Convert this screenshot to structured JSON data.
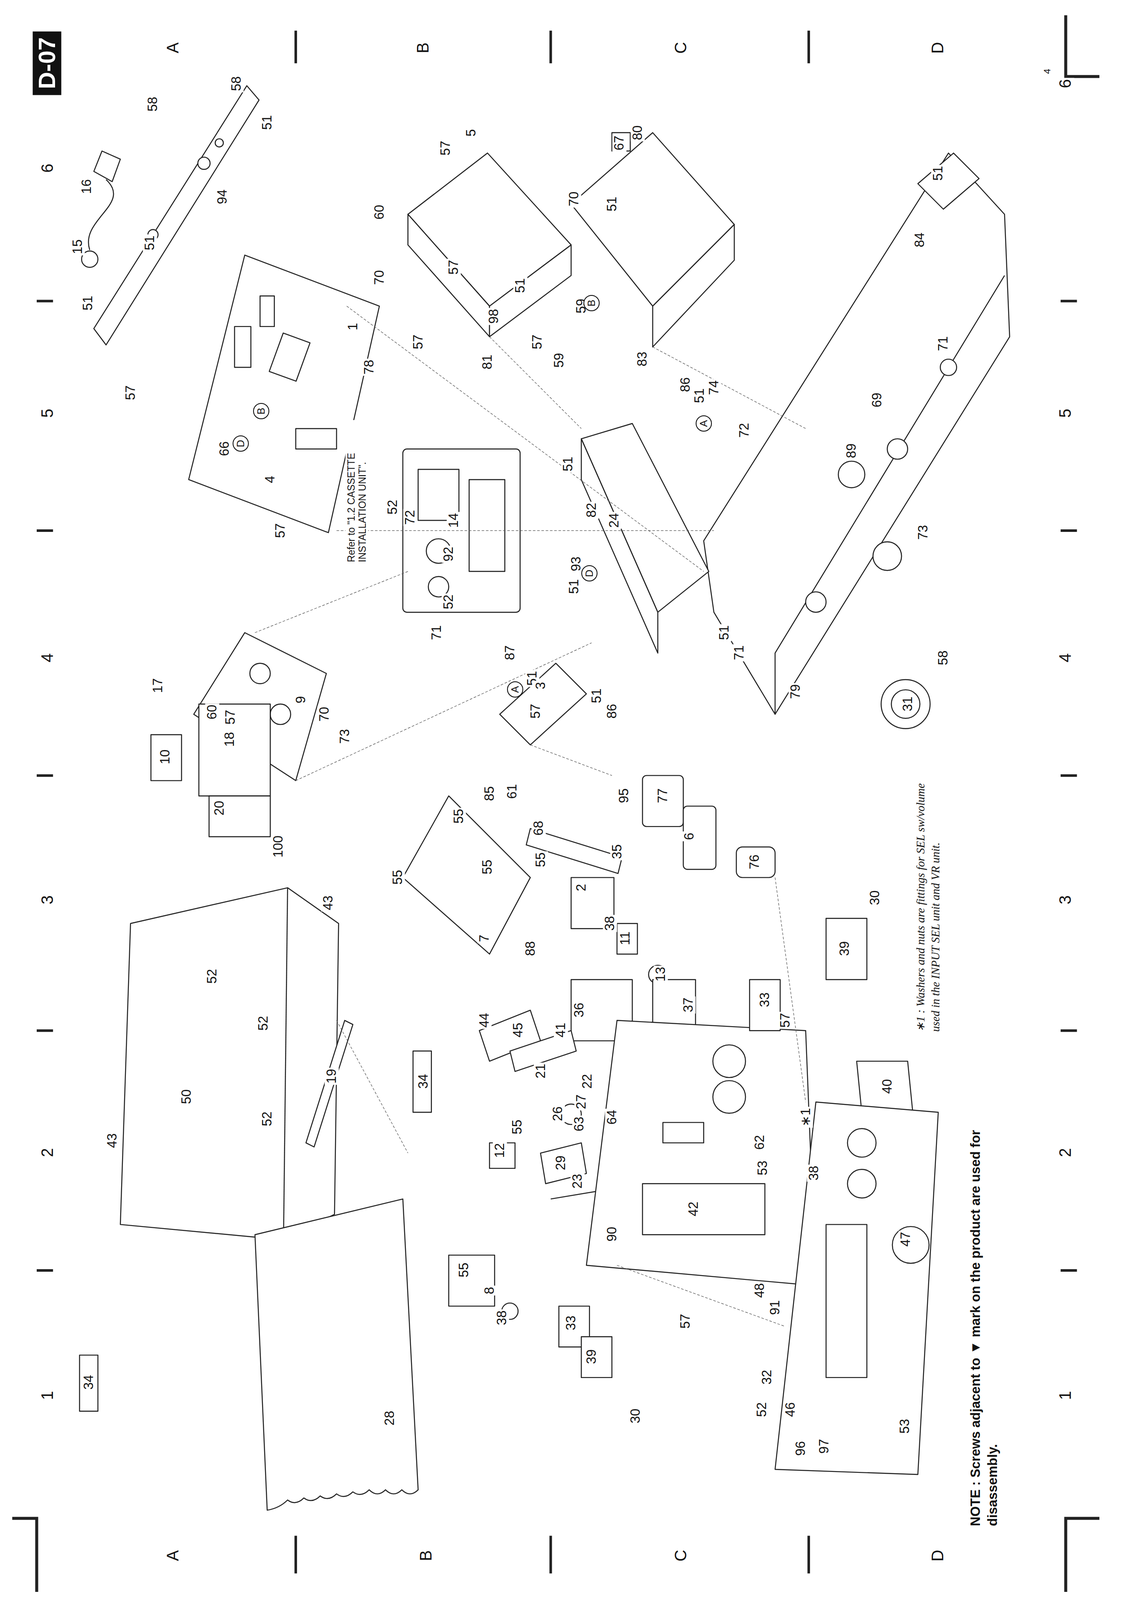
{
  "diagram": {
    "labels": [
      "D-07",
      "6",
      "5",
      "4",
      "3",
      "2",
      "1",
      "6",
      "5",
      "4",
      "3",
      "2",
      "1",
      "A",
      "B",
      "C",
      "D",
      "A",
      "B",
      "C",
      "D",
      "4",
      "16",
      "58",
      "58",
      "51",
      "94",
      "15",
      "51",
      "51",
      "1",
      "78",
      "57",
      "66",
      "4",
      "57",
      "57",
      "5",
      "60",
      "70",
      "57",
      "51",
      "98",
      "81",
      "57",
      "67",
      "80",
      "51",
      "70",
      "57",
      "59",
      "59",
      "83",
      "86",
      "51",
      "74",
      "72",
      "89",
      "69",
      "71",
      "84",
      "51",
      "73",
      "52",
      "72",
      "14",
      "92",
      "52",
      "71",
      "51",
      "82",
      "24",
      "93",
      "51",
      "87",
      "51",
      "17",
      "60",
      "57",
      "10",
      "18",
      "9",
      "70",
      "73",
      "20",
      "100",
      "3",
      "57",
      "51",
      "86",
      "71",
      "51",
      "79",
      "31",
      "58",
      "85",
      "61",
      "55",
      "55",
      "55",
      "68",
      "35",
      "95",
      "77",
      "6",
      "76",
      "55",
      "7",
      "88",
      "2",
      "38",
      "11",
      "13",
      "36",
      "37",
      "30",
      "39",
      "33",
      "57",
      "40",
      "44",
      "45",
      "41",
      "21",
      "22",
      "27",
      "26",
      "64",
      "63",
      "55",
      "12",
      "29",
      "23",
      "∗1",
      "62",
      "53",
      "38",
      "42",
      "90",
      "47",
      "48",
      "91",
      "55",
      "8",
      "38",
      "33",
      "57",
      "39",
      "32",
      "52",
      "46",
      "30",
      "96",
      "97",
      "53",
      "52",
      "52",
      "52",
      "43",
      "50",
      "19",
      "34",
      "43",
      "34",
      "28",
      "B",
      "D",
      "A",
      "A",
      "B",
      "D",
      "Refer to \"1.2 CASSETTE INSTALLATION UNIT\".",
      "NOTE : Screws adjacent to ▼ mark on the product are used for disassembly.",
      "∗1 : Washers and nuts are fittings for SEL sw/volume used in the INPUT SEL unit and VR unit."
    ]
  }
}
